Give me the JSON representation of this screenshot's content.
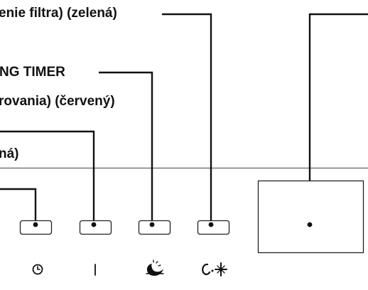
{
  "labels": {
    "filter": "enie filtra) (zelená)",
    "timer_line1": "NG TIMER",
    "timer_line2": "rovania) (červený)",
    "operation": "ná)"
  },
  "icons": {
    "timer": "timer-clock-icon",
    "power": "power-bar-icon",
    "sleep": "sleep-moon-icon",
    "filter": "filter-clean-icon"
  }
}
